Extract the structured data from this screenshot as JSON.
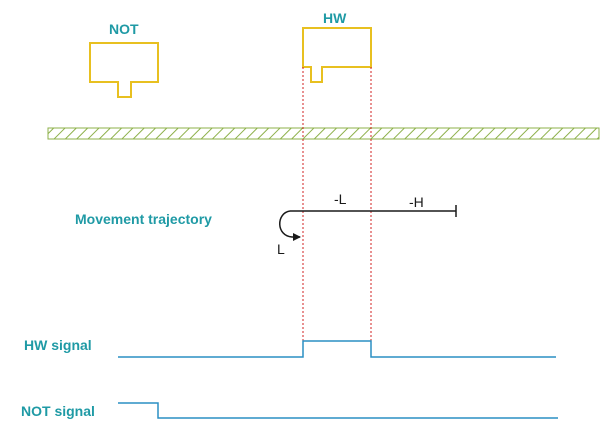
{
  "sensors": {
    "not_label": "NOT",
    "hw_label": "HW"
  },
  "trajectory": {
    "title": "Movement trajectory",
    "segment_low_label": "-L",
    "segment_high_label": "-H",
    "return_label": "L"
  },
  "signals": {
    "hw_label": "HW signal",
    "not_label": "NOT signal"
  },
  "colors": {
    "sensor_outline": "#e8c020",
    "rail_hatch": "#8db04a",
    "signal_line": "#2a8fc4",
    "guide_line": "#d22020",
    "label_teal": "#1f9aa5",
    "trajectory": "#1a1a1a"
  }
}
